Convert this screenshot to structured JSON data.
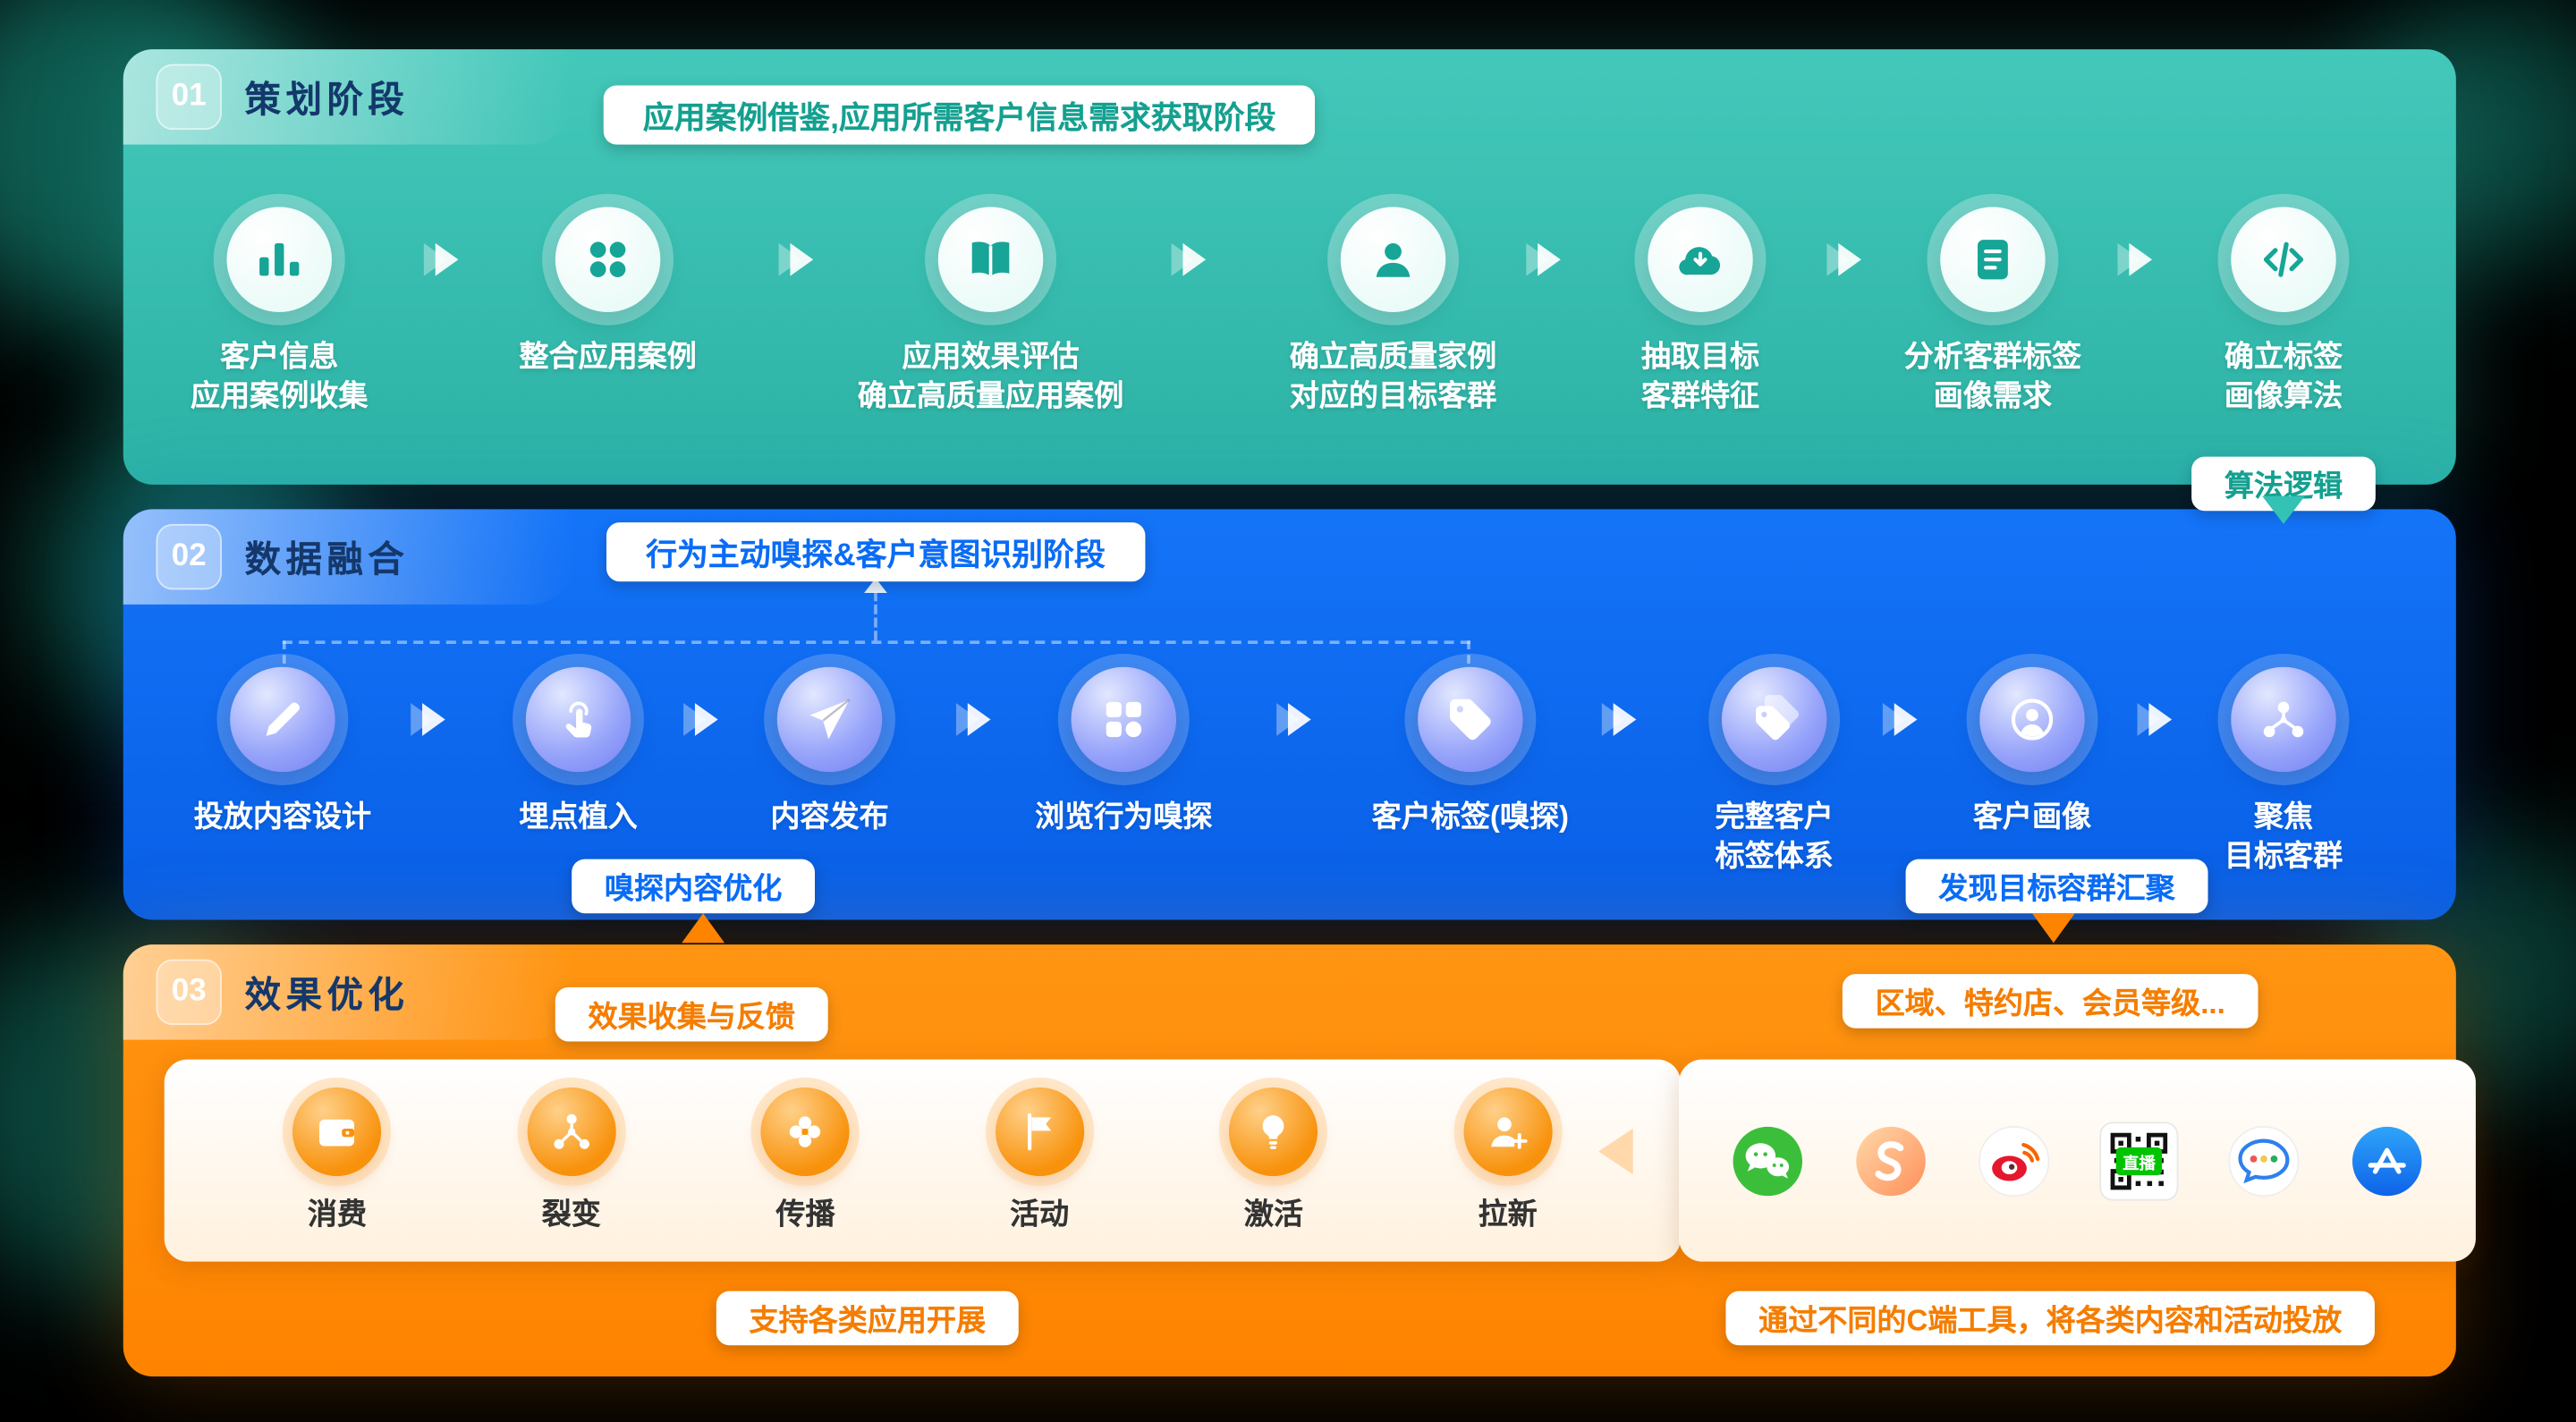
{
  "colors": {
    "stage1": "#2FB8AB",
    "stage2": "#0A6CF5",
    "stage3": "#FE8400",
    "background": "#000000"
  },
  "stage1": {
    "number": "01",
    "title": "策划阶段",
    "banner": "应用案例借鉴,应用所需客户信息需求获取阶段",
    "tag": "算法逻辑",
    "steps": [
      {
        "icon": "bar-chart-icon",
        "label": "客户信息\n应用案例收集"
      },
      {
        "icon": "app-grid-icon",
        "label": "整合应用案例"
      },
      {
        "icon": "open-book-icon",
        "label": "应用效果评估\n确立高质量应用案例"
      },
      {
        "icon": "person-icon",
        "label": "确立高质量家例\n对应的目标客群"
      },
      {
        "icon": "cloud-download-icon",
        "label": "抽取目标\n客群特征"
      },
      {
        "icon": "document-list-icon",
        "label": "分析客群标签\n画像需求"
      },
      {
        "icon": "code-icon",
        "label": "确立标签\n画像算法"
      }
    ]
  },
  "stage2": {
    "number": "02",
    "title": "数据融合",
    "banner": "行为主动嗅探&客户意图识别阶段",
    "pill_optimize": "嗅探内容优化",
    "pill_converge": "发现目标容群汇聚",
    "steps": [
      {
        "icon": "pen-icon",
        "label": "投放内容设计"
      },
      {
        "icon": "tap-icon",
        "label": "埋点植入"
      },
      {
        "icon": "paper-plane-icon",
        "label": "内容发布"
      },
      {
        "icon": "browse-grid-icon",
        "label": "浏览行为嗅探"
      },
      {
        "icon": "tag-icon",
        "label": "客户标签(嗅探)"
      },
      {
        "icon": "tags-icon",
        "label": "完整客户\n标签体系"
      },
      {
        "icon": "user-circle-icon",
        "label": "客户画像"
      },
      {
        "icon": "network-icon",
        "label": "聚焦\n目标客群"
      }
    ]
  },
  "stage3": {
    "number": "03",
    "title": "效果优化",
    "pill_feedback": "效果收集与反馈",
    "pill_segments": "区域、特约店、会员等级...",
    "pill_apps": "支持各类应用开展",
    "pill_tools": "通过不同的C端工具，将各类内容和活动投放",
    "channels": [
      {
        "icon": "wallet-icon",
        "label": "消费"
      },
      {
        "icon": "fission-icon",
        "label": "裂变"
      },
      {
        "icon": "fan-icon",
        "label": "传播"
      },
      {
        "icon": "flag-icon",
        "label": "活动"
      },
      {
        "icon": "bulb-icon",
        "label": "激活"
      },
      {
        "icon": "user-plus-icon",
        "label": "拉新"
      }
    ],
    "tools": [
      {
        "icon": "wechat-icon"
      },
      {
        "icon": "s-app-icon"
      },
      {
        "icon": "weibo-icon"
      },
      {
        "icon": "qr-live-icon",
        "label": "直播"
      },
      {
        "icon": "chat-app-icon"
      },
      {
        "icon": "appstore-icon"
      }
    ]
  }
}
